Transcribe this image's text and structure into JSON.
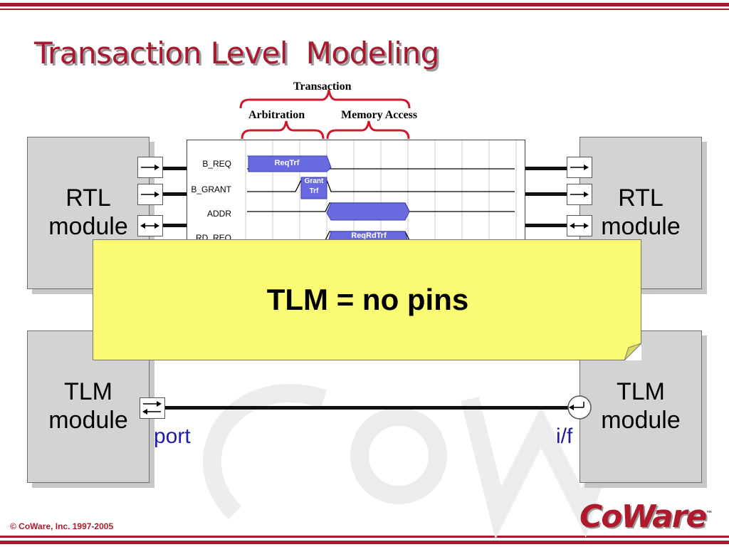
{
  "slide": {
    "title": "Transaction Level  Modeling",
    "footer": "© CoWare, Inc. 1997-2005",
    "logo_text": "CoWare",
    "logo_tm": "™",
    "colors": {
      "title": "#a8182e",
      "stripe": "#a8182e",
      "note_bg": "#fafa73",
      "module_bg": "#d3d3d3",
      "port_label": "#1c1ca8",
      "pulse": "#6a6ae0"
    }
  },
  "braces": {
    "transaction": "Transaction",
    "arbitration": "Arbitration",
    "memory_access": "Memory Access"
  },
  "modules": {
    "rtl_left": "RTL\nmodule",
    "rtl_right": "RTL\nmodule",
    "tlm_left": "TLM\nmodule",
    "tlm_right": "TLM\nmodule"
  },
  "timing": {
    "signals": [
      "B_REQ",
      "B_GRANT",
      "ADDR",
      "RD_REQ"
    ],
    "pulses": {
      "req_trf": "ReqTrf",
      "grant_trf_line1": "Grant",
      "grant_trf_line2": "Trf",
      "req_rd_trf": "ReqRdTrf"
    }
  },
  "note": {
    "text": "TLM = no pins"
  },
  "labels": {
    "port": "port",
    "interface": "i/f"
  }
}
